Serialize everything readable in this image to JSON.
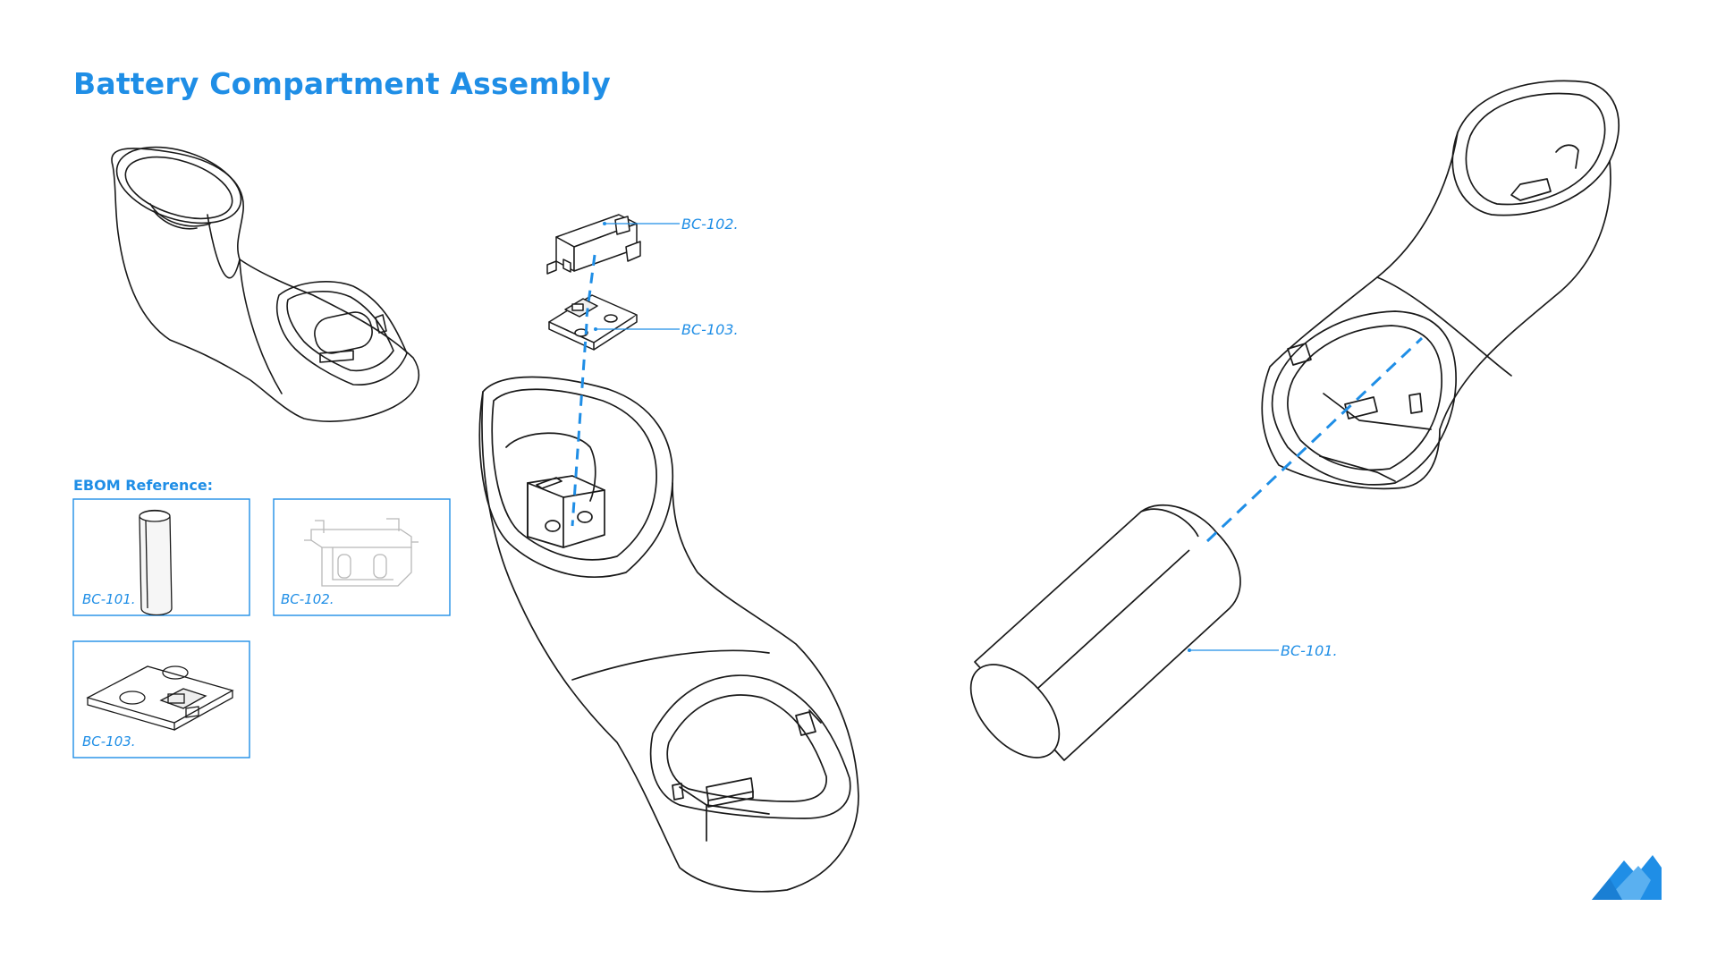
{
  "title": "Battery Compartment Assembly",
  "ebom": {
    "heading": "EBOM Reference:",
    "items": [
      {
        "part_number": "BC-101."
      },
      {
        "part_number": "BC-102."
      },
      {
        "part_number": "BC-103."
      }
    ]
  },
  "callouts": {
    "cover": "BC-102.",
    "board": "BC-103.",
    "battery": "BC-101."
  },
  "colors": {
    "accent": "#1f8ee6",
    "line": "#1a1a1a",
    "ghost": "#b8b8b8"
  },
  "logo": {
    "icon": "mountain-logo-icon"
  }
}
